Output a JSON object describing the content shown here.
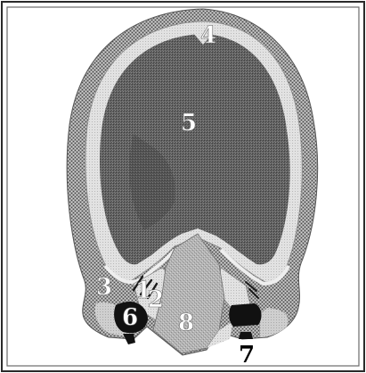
{
  "figure": {
    "labels": {
      "l1": "1",
      "l2": "2",
      "l3": "3",
      "l4": "4",
      "l5": "5",
      "l6": "6",
      "l7": "7",
      "l8": "8"
    }
  }
}
